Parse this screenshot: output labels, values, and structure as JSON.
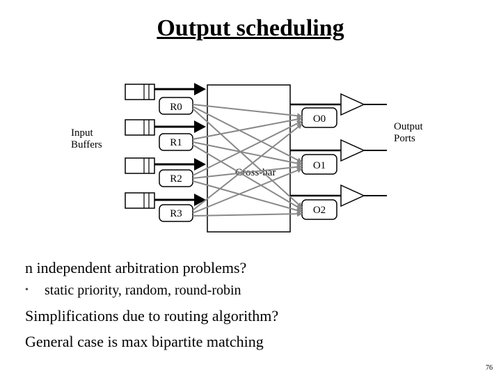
{
  "slide": {
    "title": "Output scheduling",
    "page_number": "76"
  },
  "diagram": {
    "left_label_line1": "Input",
    "left_label_line2": "Buffers",
    "right_label_line1": "Output",
    "right_label_line2": "Ports",
    "crossbar_label": "Cross-bar",
    "routers": [
      "R0",
      "R1",
      "R2",
      "R3"
    ],
    "outputs": [
      "O0",
      "O1",
      "O2"
    ]
  },
  "bullets": {
    "b1": "n independent arbitration problems?",
    "b1_sub": "static priority, random, round-robin",
    "b2": "Simplifications due to routing algorithm?",
    "b3": "General case is max bipartite matching"
  }
}
